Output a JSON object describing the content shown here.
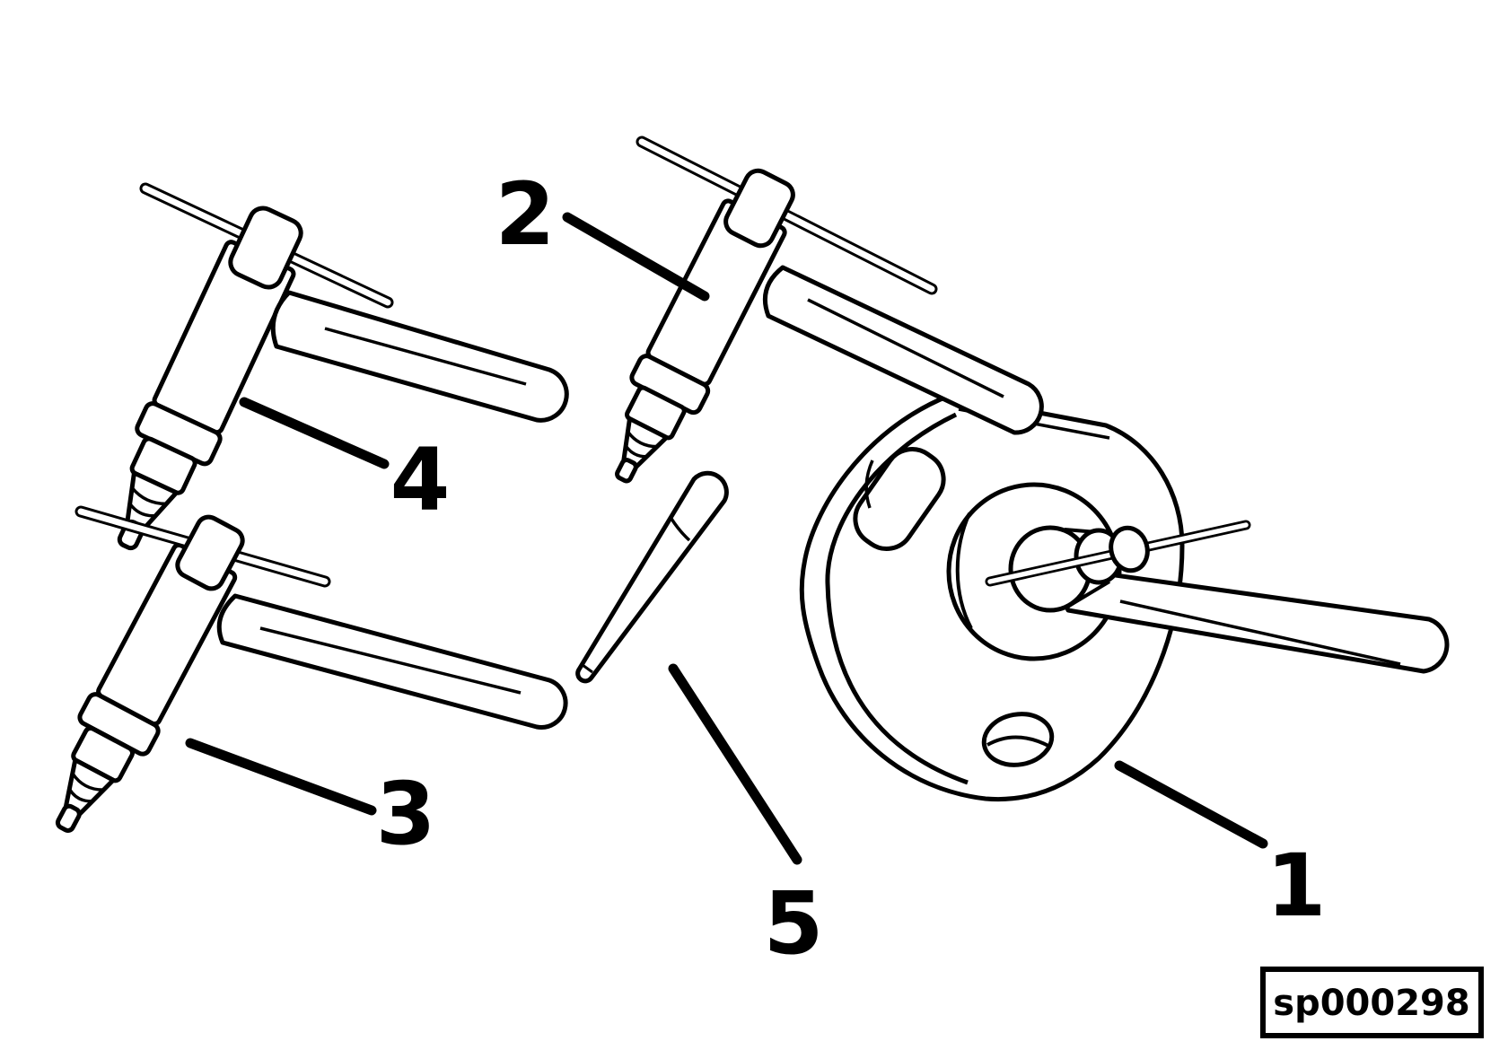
{
  "figure": {
    "code": "sp000298",
    "background_color": "#ffffff",
    "line_color": "#000000"
  },
  "callouts": [
    {
      "number": "1"
    },
    {
      "number": "2"
    },
    {
      "number": "3"
    },
    {
      "number": "4"
    },
    {
      "number": "5"
    }
  ]
}
